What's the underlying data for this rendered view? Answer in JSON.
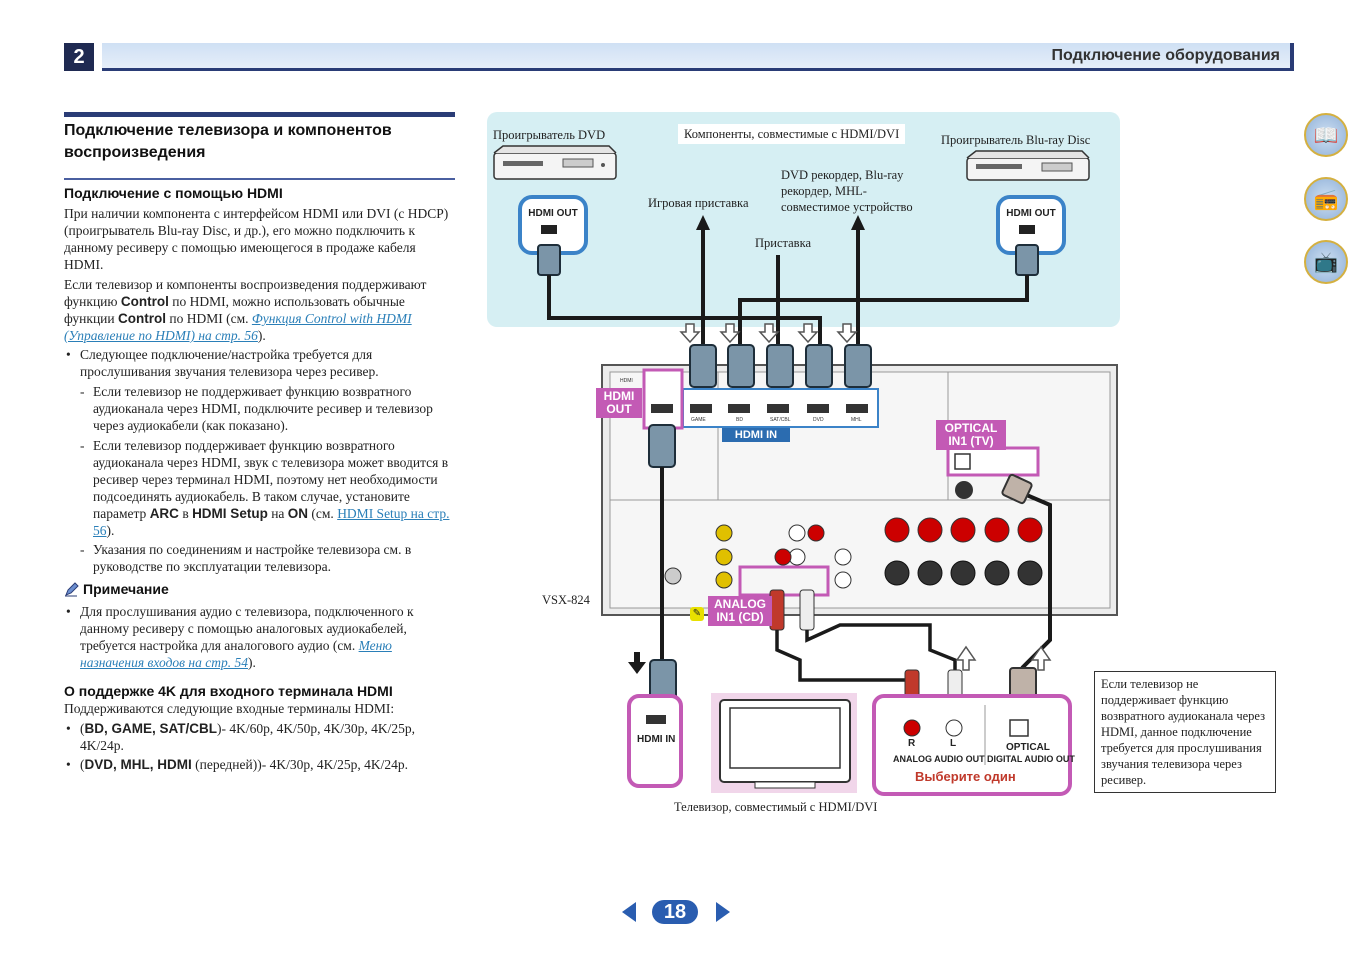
{
  "header": {
    "chapter": "2",
    "title": "Подключение оборудования"
  },
  "left": {
    "section_title": "Подключение телевизора и компонентов воспроизведения",
    "sub_hdmi": "Подключение с помощью HDMI",
    "p1": "При наличии компонента с интерфейсом HDMI или DVI (с HDCP) (проигрыватель Blu-ray Disc, и др.), его можно подключить к данному ресиверу с помощью имеющегося в продаже кабеля HDMI.",
    "p2_a": "Если телевизор и компоненты воспроизведения поддерживают функцию",
    "p2_control": "Control",
    "p2_b": "по HDMI, можно использовать обычные функции",
    "p2_c": "по HDMI (см.",
    "p2_link": "Функция Control with HDMI (Управление по HDMI) на стр. 56",
    "p2_end": ").",
    "b1": "Следующее подключение/настройка требуется для прослушивания звучания телевизора через ресивер.",
    "d1": "Если телевизор не поддерживает функцию возвратного аудиоканала через HDMI, подключите ресивер и телевизор через аудиокабели (как показано).",
    "d2_a": "Если телевизор поддерживает функцию возвратного аудиоканала через HDMI, звук с телевизора может вводится в ресивер через терминал HDMI, поэтому нет необходимости подсоединять аудиокабель. В таком случае, установите параметр",
    "d2_arc": "ARC",
    "d2_in": "в",
    "d2_setup": "HDMI Setup",
    "d2_na": "на",
    "d2_on": "ON",
    "d2_see": "(см.",
    "d2_link": "HDMI Setup на стр. 56",
    "d2_end": ").",
    "d3": "Указания по соединениям и настройке телевизора см. в руководстве по эксплуатации телевизора.",
    "note_title": "Примечание",
    "note_a": "Для прослушивания аудио с телевизора, подключенного к данному ресиверу с помощью аналоговых аудиокабелей, требуется настройка для аналогового аудио (см.",
    "note_link": "Меню назначения входов на стр. 54",
    "note_end": ").",
    "sub_4k": "О поддержке 4K для входного терминала HDMI",
    "p4k": "Поддерживаются следующие входные терминалы HDMI:",
    "k1_terms": "BD, GAME, SAT/CBL",
    "k1_vals": ")- 4K/60p, 4K/50p, 4K/30p, 4K/25p, 4K/24p.",
    "k2_terms": "DVD, MHL, HDMI",
    "k2_front": "(передней))- 4K/30p, 4K/25p, 4K/24p."
  },
  "diagram": {
    "dvd_player": "Проигрыватель DVD",
    "compatible": "Компоненты, совместимые с HDMI/DVI",
    "bluray": "Проигрыватель Blu-ray Disc",
    "game": "Игровая приставка",
    "recorder": "DVD рекордер, Blu-ray рекордер, MHL-совместимое устройство",
    "settop": "Приставка",
    "hdmi_out": "HDMI OUT",
    "hdmi_in": "HDMI IN",
    "hdmi_out_tag": "HDMI OUT",
    "hdmi_in_tag": "HDMI IN",
    "optical_tag": "OPTICAL IN1 (TV)",
    "analog_tag": "ANALOG IN1 (CD)",
    "model": "VSX-824",
    "tv_label": "Телевизор, совместимый с HDMI/DVI",
    "r": "R",
    "l": "L",
    "analog_out": "ANALOG AUDIO OUT",
    "digital_out": "DIGITAL AUDIO OUT",
    "optical": "OPTICAL",
    "choose_one": "Выберите один",
    "port_labels": [
      "GAME",
      "BD",
      "SAT/CBL",
      "DVD",
      "MHL"
    ]
  },
  "side_note": "Если телевизор не поддерживает функцию возвратного аудиоканала через HDMI, данное подключение требуется для прослушивания звучания телевизора через ресивер.",
  "page_number": "18",
  "colors": {
    "accent": "#c35ab5",
    "blue": "#3b83c8",
    "panel": "#d8f0f3",
    "header": "#2a3c76"
  }
}
